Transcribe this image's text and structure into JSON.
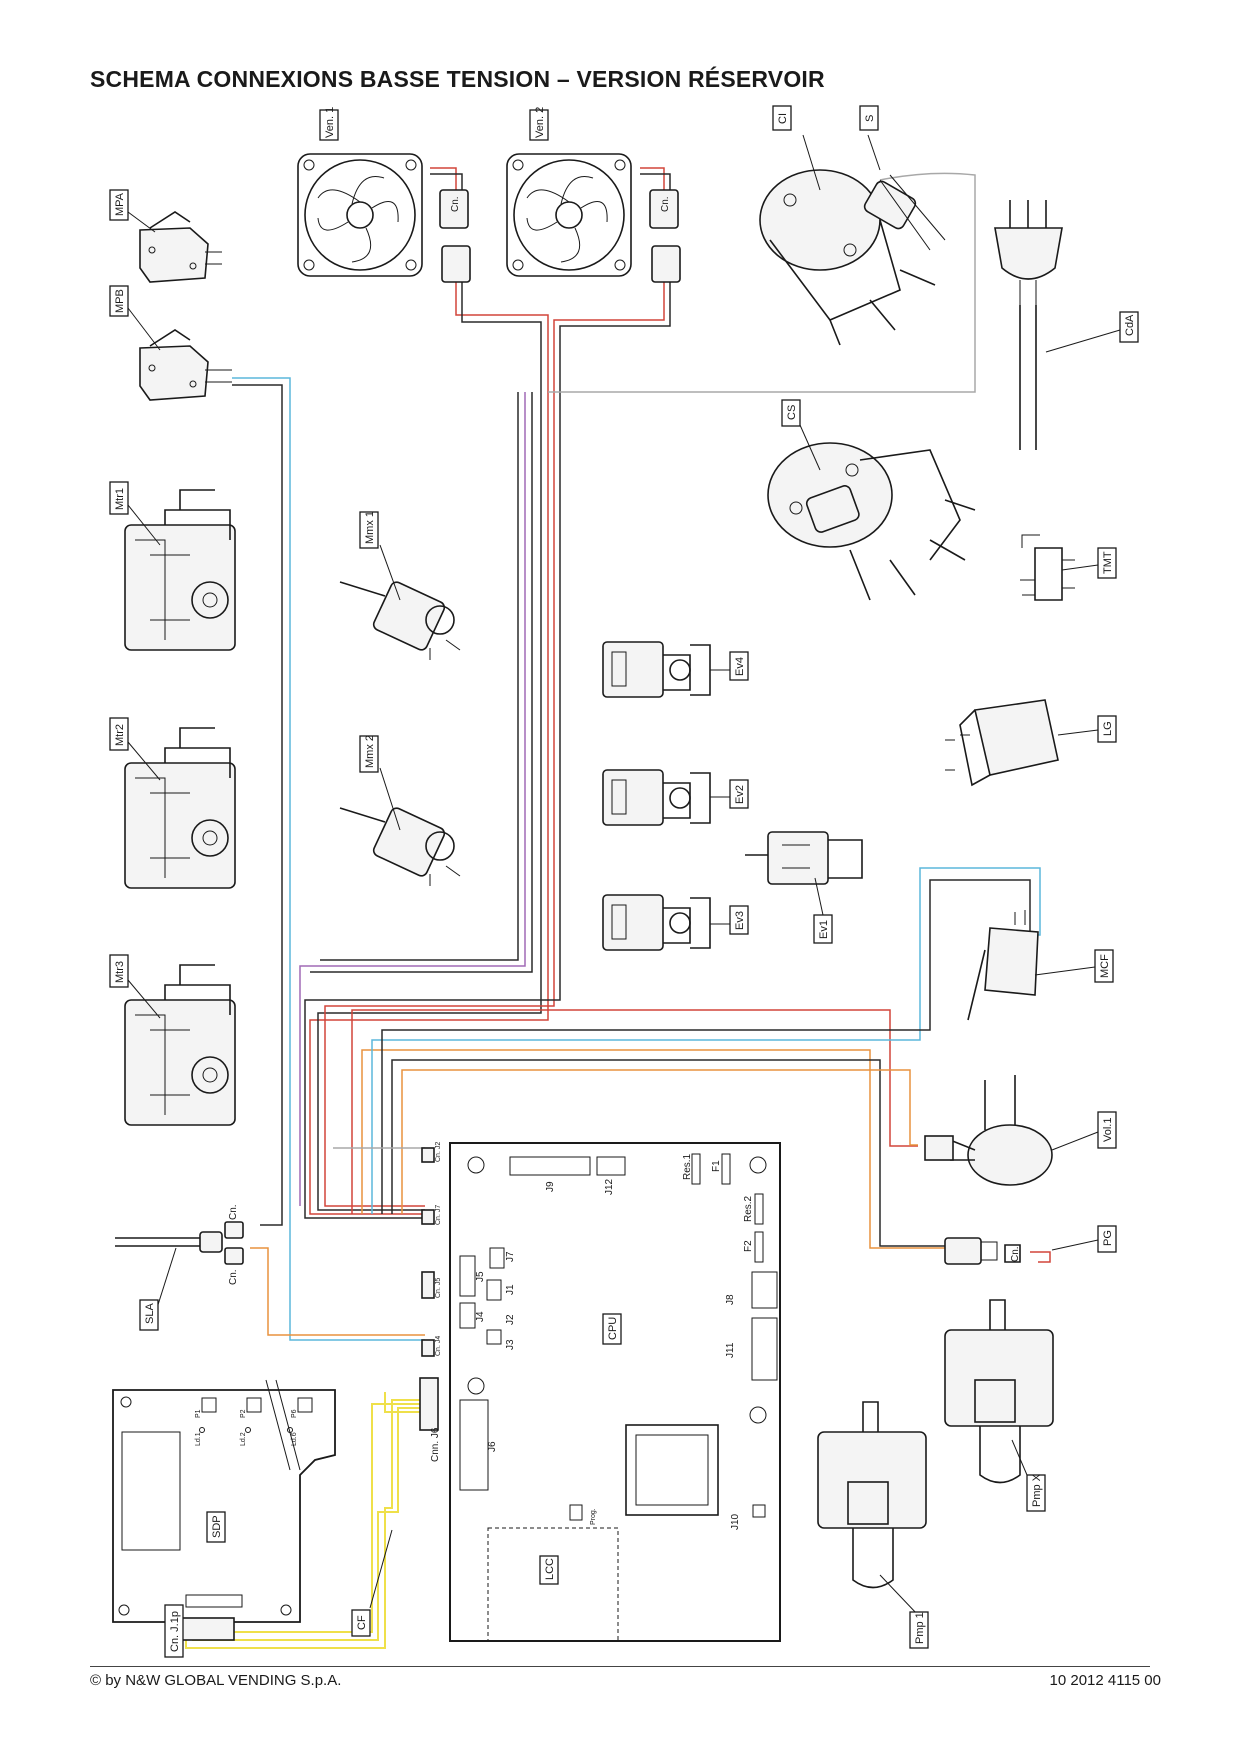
{
  "title": "SCHEMA CONNEXIONS BASSE TENSION – VERSION RÉSERVOIR",
  "footer": {
    "copyright": "© by N&W GLOBAL VENDING S.p.A.",
    "doc_number": "10 2012 4115 00"
  },
  "labels": {
    "ven1": "Ven. 1",
    "ven2": "Ven. 2",
    "ci": "CI",
    "s": "S",
    "cda": "CdA",
    "mpa": "MPA",
    "mpb": "MPB",
    "cs": "CS",
    "tmt": "TMT",
    "mtr1": "Mtr1",
    "mtr2": "Mtr2",
    "mtr3": "Mtr3",
    "mmx1": "Mmx 1",
    "mmx2": "Mmx 2",
    "ev4": "Ev4",
    "ev2": "Ev2",
    "ev3": "Ev3",
    "ev1": "Ev1",
    "lg": "LG",
    "mcf": "MCF",
    "vol1": "Vol.1",
    "pg": "PG",
    "sla": "SLA",
    "sdp": "SDP",
    "cf": "CF",
    "cpu": "CPU",
    "lcc": "LCC",
    "pmp1": "Pmp 1",
    "pmpx": "Pmp X",
    "cn": "Cn.",
    "cn_j1p": "Cn. J.1p",
    "cnn_j6": "Cnn. J6"
  },
  "board": {
    "connectors": [
      "J9",
      "J12",
      "Res.1",
      "F1",
      "Res.2",
      "F2",
      "J8",
      "J11",
      "J7",
      "J5",
      "J1",
      "J4",
      "J2",
      "J3",
      "J6",
      "J10",
      "Prog."
    ],
    "side_connectors": [
      "Cn. J2",
      "Cn. J7",
      "Cn. J5",
      "Cn. J4"
    ]
  },
  "sdp_board": {
    "buttons": [
      "P1",
      "P2",
      "P6"
    ],
    "leds": [
      "Ld.1",
      "Ld.2",
      "Ld.6"
    ]
  },
  "wire_colors": {
    "black": "#2a2a2a",
    "red": "#d2453a",
    "blue": "#5bb7dc",
    "grey": "#a8a8a8",
    "violet": "#a06ab5",
    "orange": "#e8923e",
    "yellow": "#efe04a"
  }
}
